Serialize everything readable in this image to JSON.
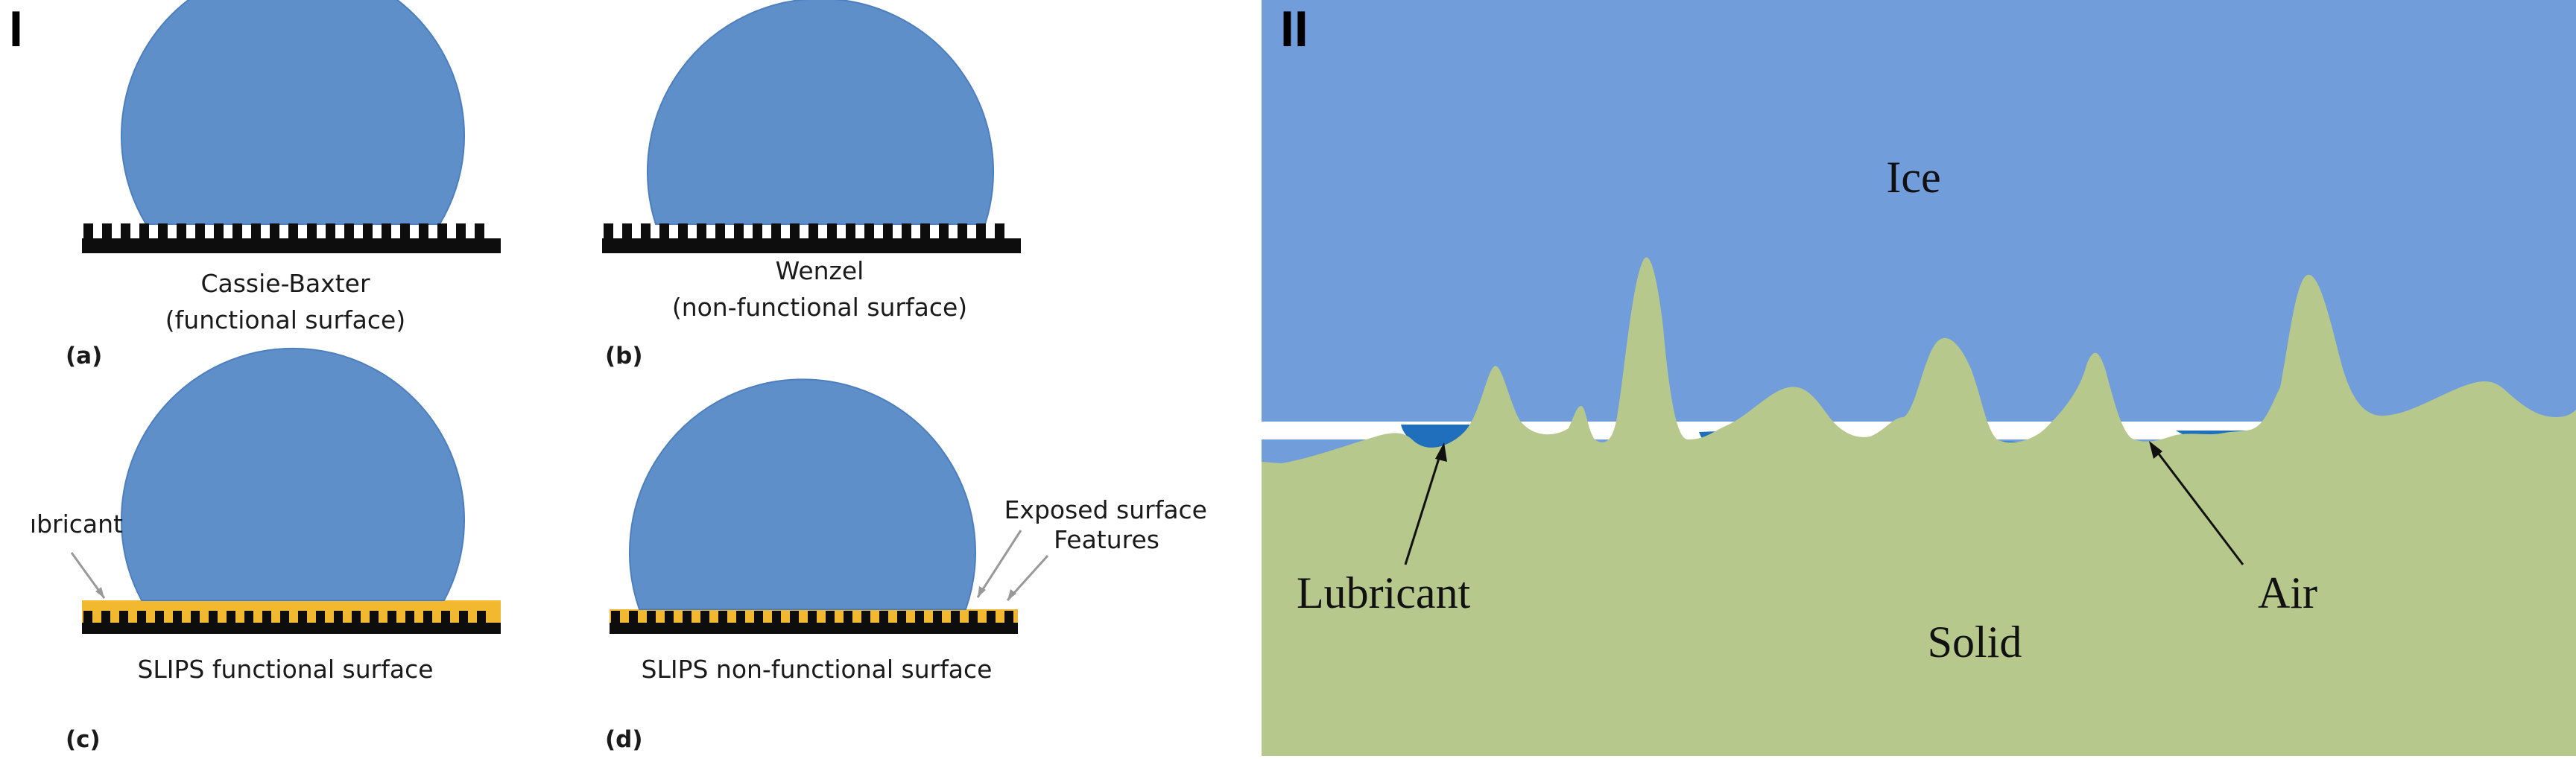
{
  "panel_I": {
    "label": "I",
    "a": {
      "caption_line1": "Cassie-Baxter",
      "caption_line2": "(functional surface)",
      "letter": "(a)"
    },
    "b": {
      "caption_line1": "Wenzel",
      "caption_line2": "(non-functional surface)",
      "letter": "(b)"
    },
    "c": {
      "caption": "SLIPS functional surface",
      "letter": "(c)",
      "callout": "ıbricant"
    },
    "d": {
      "caption": "SLIPS non-functional surface",
      "letter": "(d)",
      "callout_1": "Exposed surface",
      "callout_2": "Features"
    }
  },
  "panel_II": {
    "label": "II",
    "ice": "Ice",
    "solid": "Solid",
    "lubricant": "Lubricant",
    "air": "Air"
  },
  "colors": {
    "droplet": "#5f8fc9",
    "substrate": "#0d0d0d",
    "lubricant_layer": "#f2b830",
    "ice": "#719ddb",
    "solid": "#b6c88b",
    "lubricant_pocket": "#1f6fbd",
    "air_gap": "#ffffff"
  }
}
